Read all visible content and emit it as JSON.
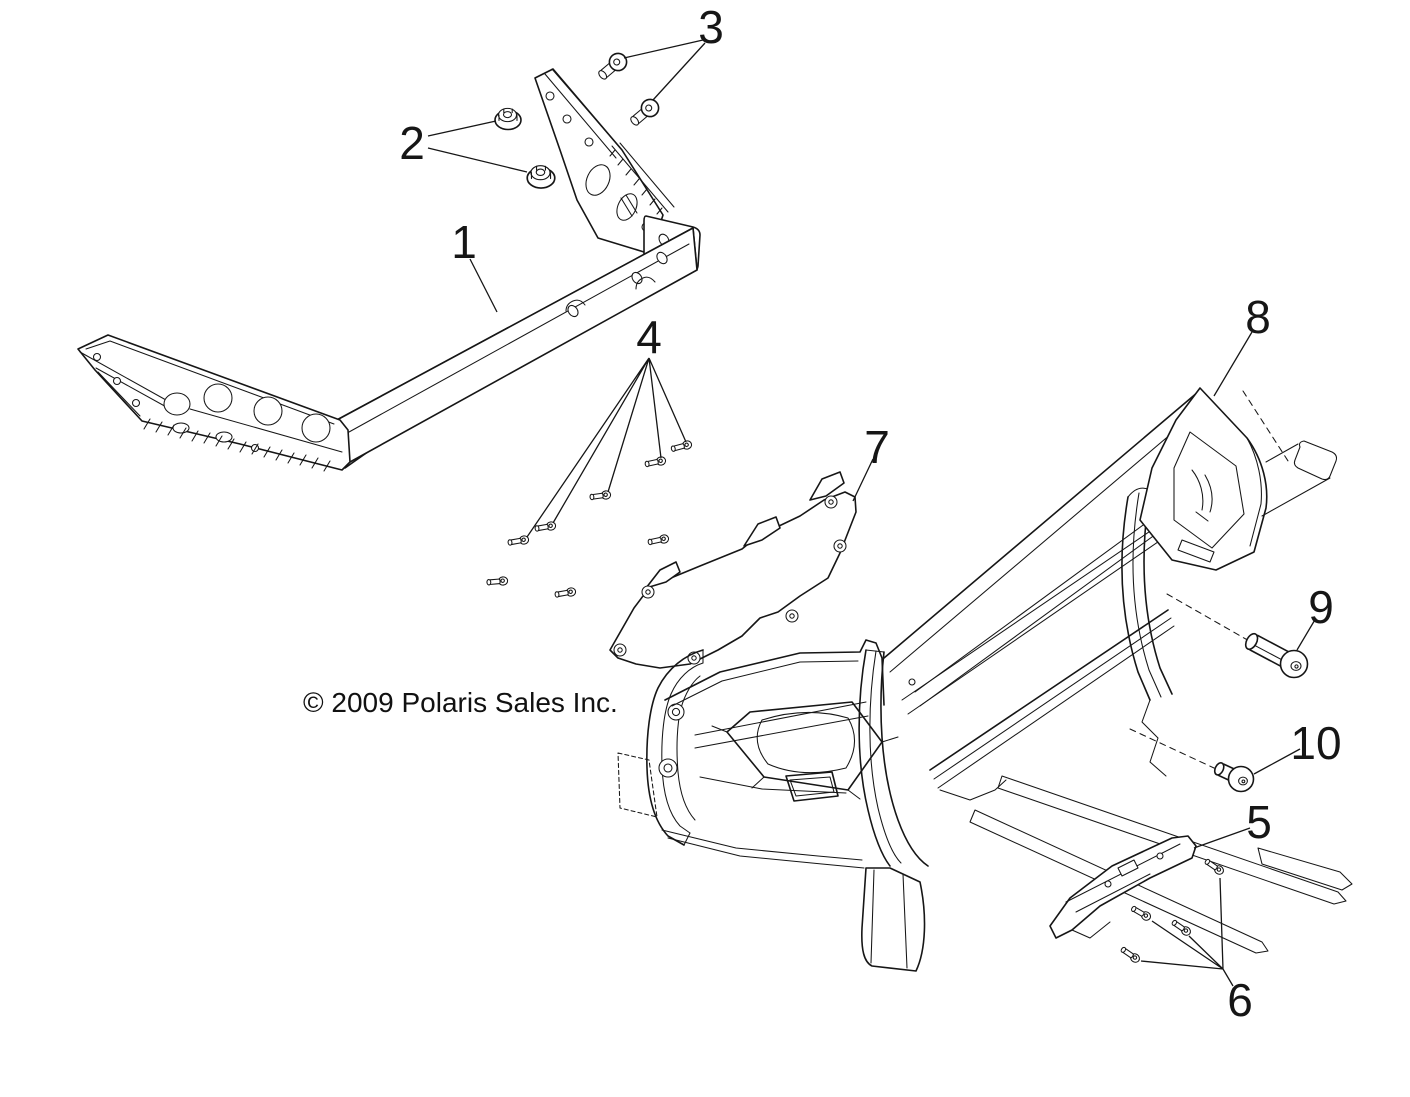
{
  "diagram": {
    "copyright": "© 2009 Polaris Sales Inc.",
    "callouts": [
      {
        "id": "1",
        "label": "1"
      },
      {
        "id": "2",
        "label": "2"
      },
      {
        "id": "3",
        "label": "3"
      },
      {
        "id": "4",
        "label": "4"
      },
      {
        "id": "5",
        "label": "5"
      },
      {
        "id": "6",
        "label": "6"
      },
      {
        "id": "7",
        "label": "7"
      },
      {
        "id": "8",
        "label": "8"
      },
      {
        "id": "9",
        "label": "9"
      },
      {
        "id": "10",
        "label": "10"
      }
    ],
    "colors": {
      "line": "#161616",
      "background": "#ffffff"
    }
  }
}
